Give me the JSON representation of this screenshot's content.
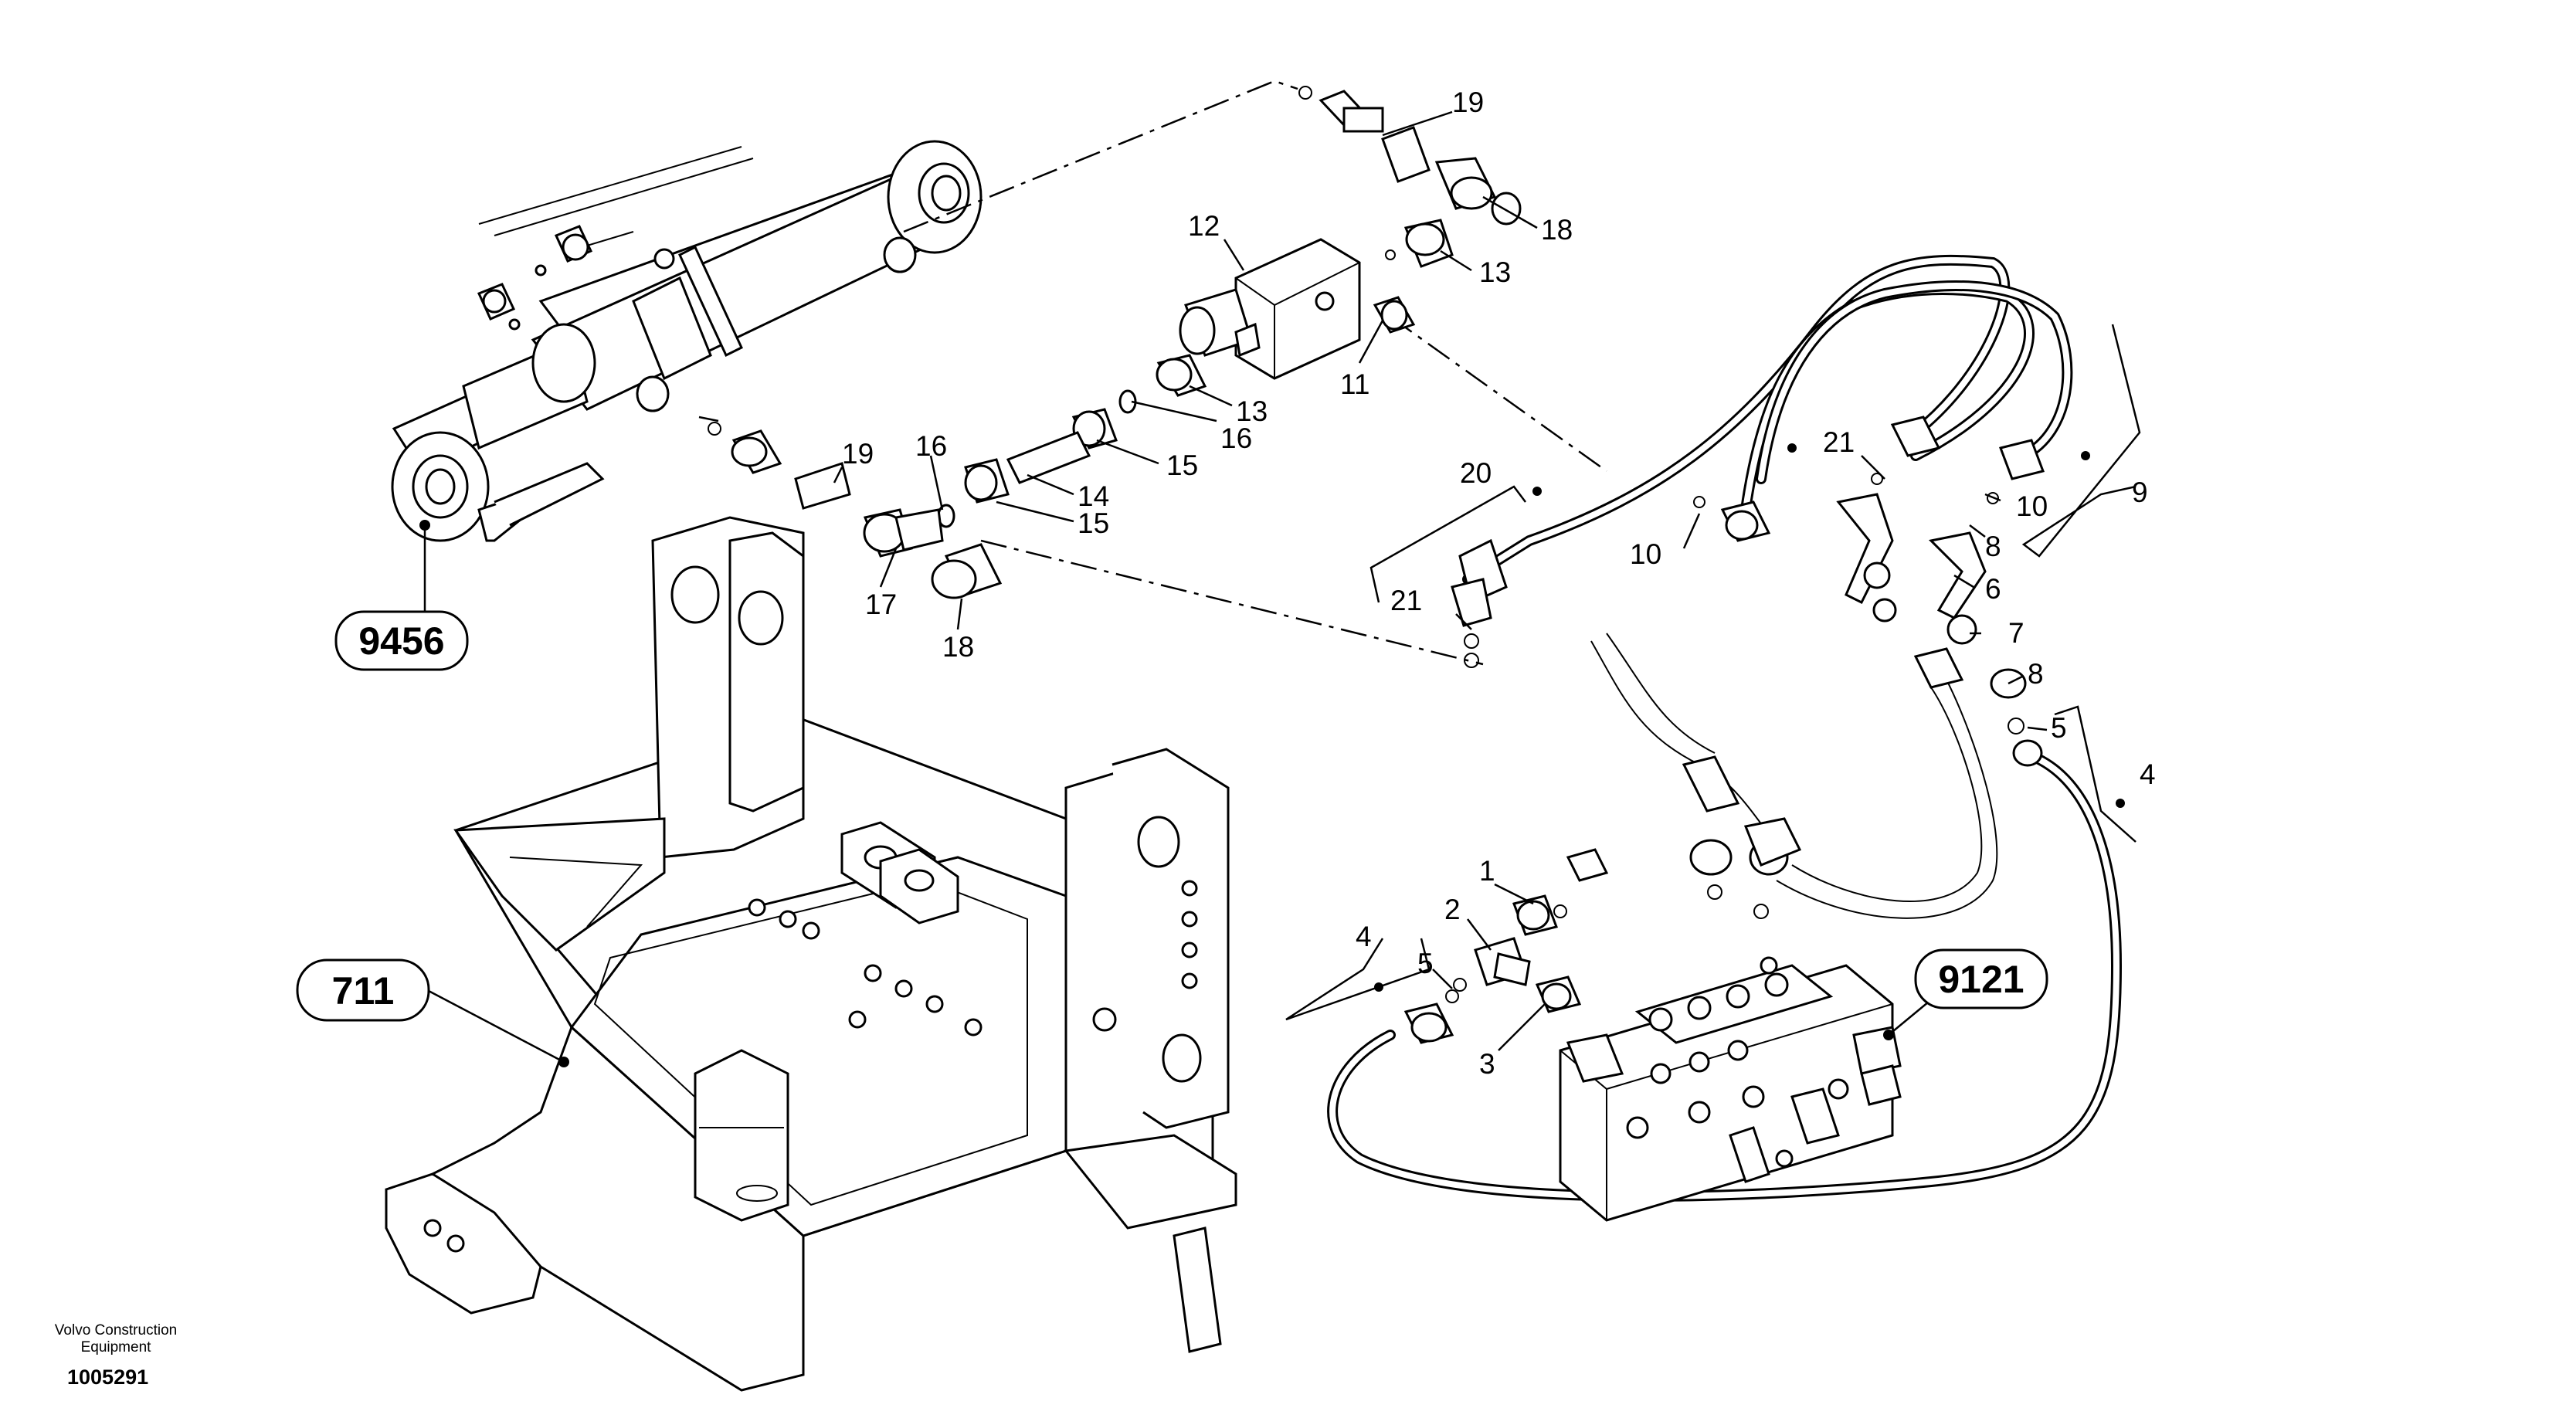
{
  "group_callouts": [
    {
      "id": "cyl",
      "label": "9456"
    },
    {
      "id": "frame",
      "label": "711"
    },
    {
      "id": "valve",
      "label": "9121"
    }
  ],
  "part_labels": [
    {
      "id": "p19a",
      "label": "19"
    },
    {
      "id": "p18a",
      "label": "18"
    },
    {
      "id": "p12",
      "label": "12"
    },
    {
      "id": "p13a",
      "label": "13"
    },
    {
      "id": "p11",
      "label": "11"
    },
    {
      "id": "p13b",
      "label": "13"
    },
    {
      "id": "p16a",
      "label": "16"
    },
    {
      "id": "p16b",
      "label": "16"
    },
    {
      "id": "p15a",
      "label": "15"
    },
    {
      "id": "p14",
      "label": "14"
    },
    {
      "id": "p15b",
      "label": "15"
    },
    {
      "id": "p19b",
      "label": "19"
    },
    {
      "id": "p17",
      "label": "17"
    },
    {
      "id": "p18b",
      "label": "18"
    },
    {
      "id": "p20",
      "label": "20"
    },
    {
      "id": "p21a",
      "label": "21"
    },
    {
      "id": "p21b",
      "label": "21"
    },
    {
      "id": "p10a",
      "label": "10"
    },
    {
      "id": "p10b",
      "label": "10"
    },
    {
      "id": "p9",
      "label": "9"
    },
    {
      "id": "p8a",
      "label": "8"
    },
    {
      "id": "p6",
      "label": "6"
    },
    {
      "id": "p7",
      "label": "7"
    },
    {
      "id": "p8b",
      "label": "8"
    },
    {
      "id": "p5a",
      "label": "5"
    },
    {
      "id": "p4a",
      "label": "4"
    },
    {
      "id": "p1",
      "label": "1"
    },
    {
      "id": "p2",
      "label": "2"
    },
    {
      "id": "p4b",
      "label": "4"
    },
    {
      "id": "p5b",
      "label": "5"
    },
    {
      "id": "p3",
      "label": "3"
    }
  ],
  "footer": {
    "brand": "Volvo Construction\nEquipment",
    "drawing_number": "1005291"
  }
}
